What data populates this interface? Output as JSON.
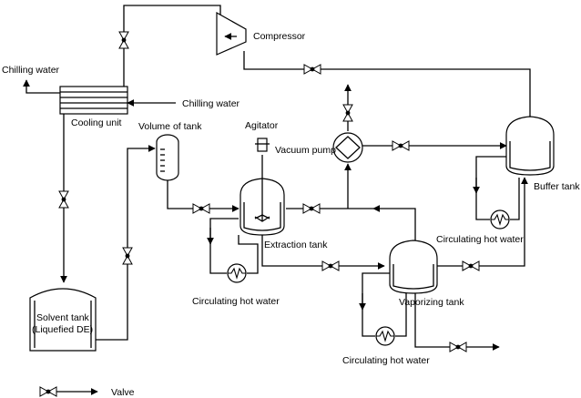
{
  "labels": {
    "compressor": "Compressor",
    "chilling_water_out": "Chilling water",
    "chilling_water_in": "Chilling water",
    "cooling_unit": "Cooling unit",
    "volume_of_tank": "Volume of tank",
    "agitator": "Agitator",
    "vacuum_pump": "Vacuum pump",
    "buffer_tank": "Buffer tank",
    "circulating_hot_water_buffer": "Circulating hot water",
    "extraction_tank": "Extraction tank",
    "circulating_hot_water_extraction": "Circulating hot water",
    "vaporizing_tank": "Vaporizing tank",
    "circulating_hot_water_vaporizing": "Circulating hot water",
    "solvent_tank_line1": "Solvent tank",
    "solvent_tank_line2": "(Liquefied DE)"
  },
  "legend": {
    "valve": "Valve"
  },
  "icons": {
    "valve": "valve-icon",
    "heat_exchanger": "heat-exchanger-icon",
    "flow_arrow": "flow-arrow-icon"
  },
  "colors": {
    "line": "#000000",
    "background": "#ffffff"
  }
}
